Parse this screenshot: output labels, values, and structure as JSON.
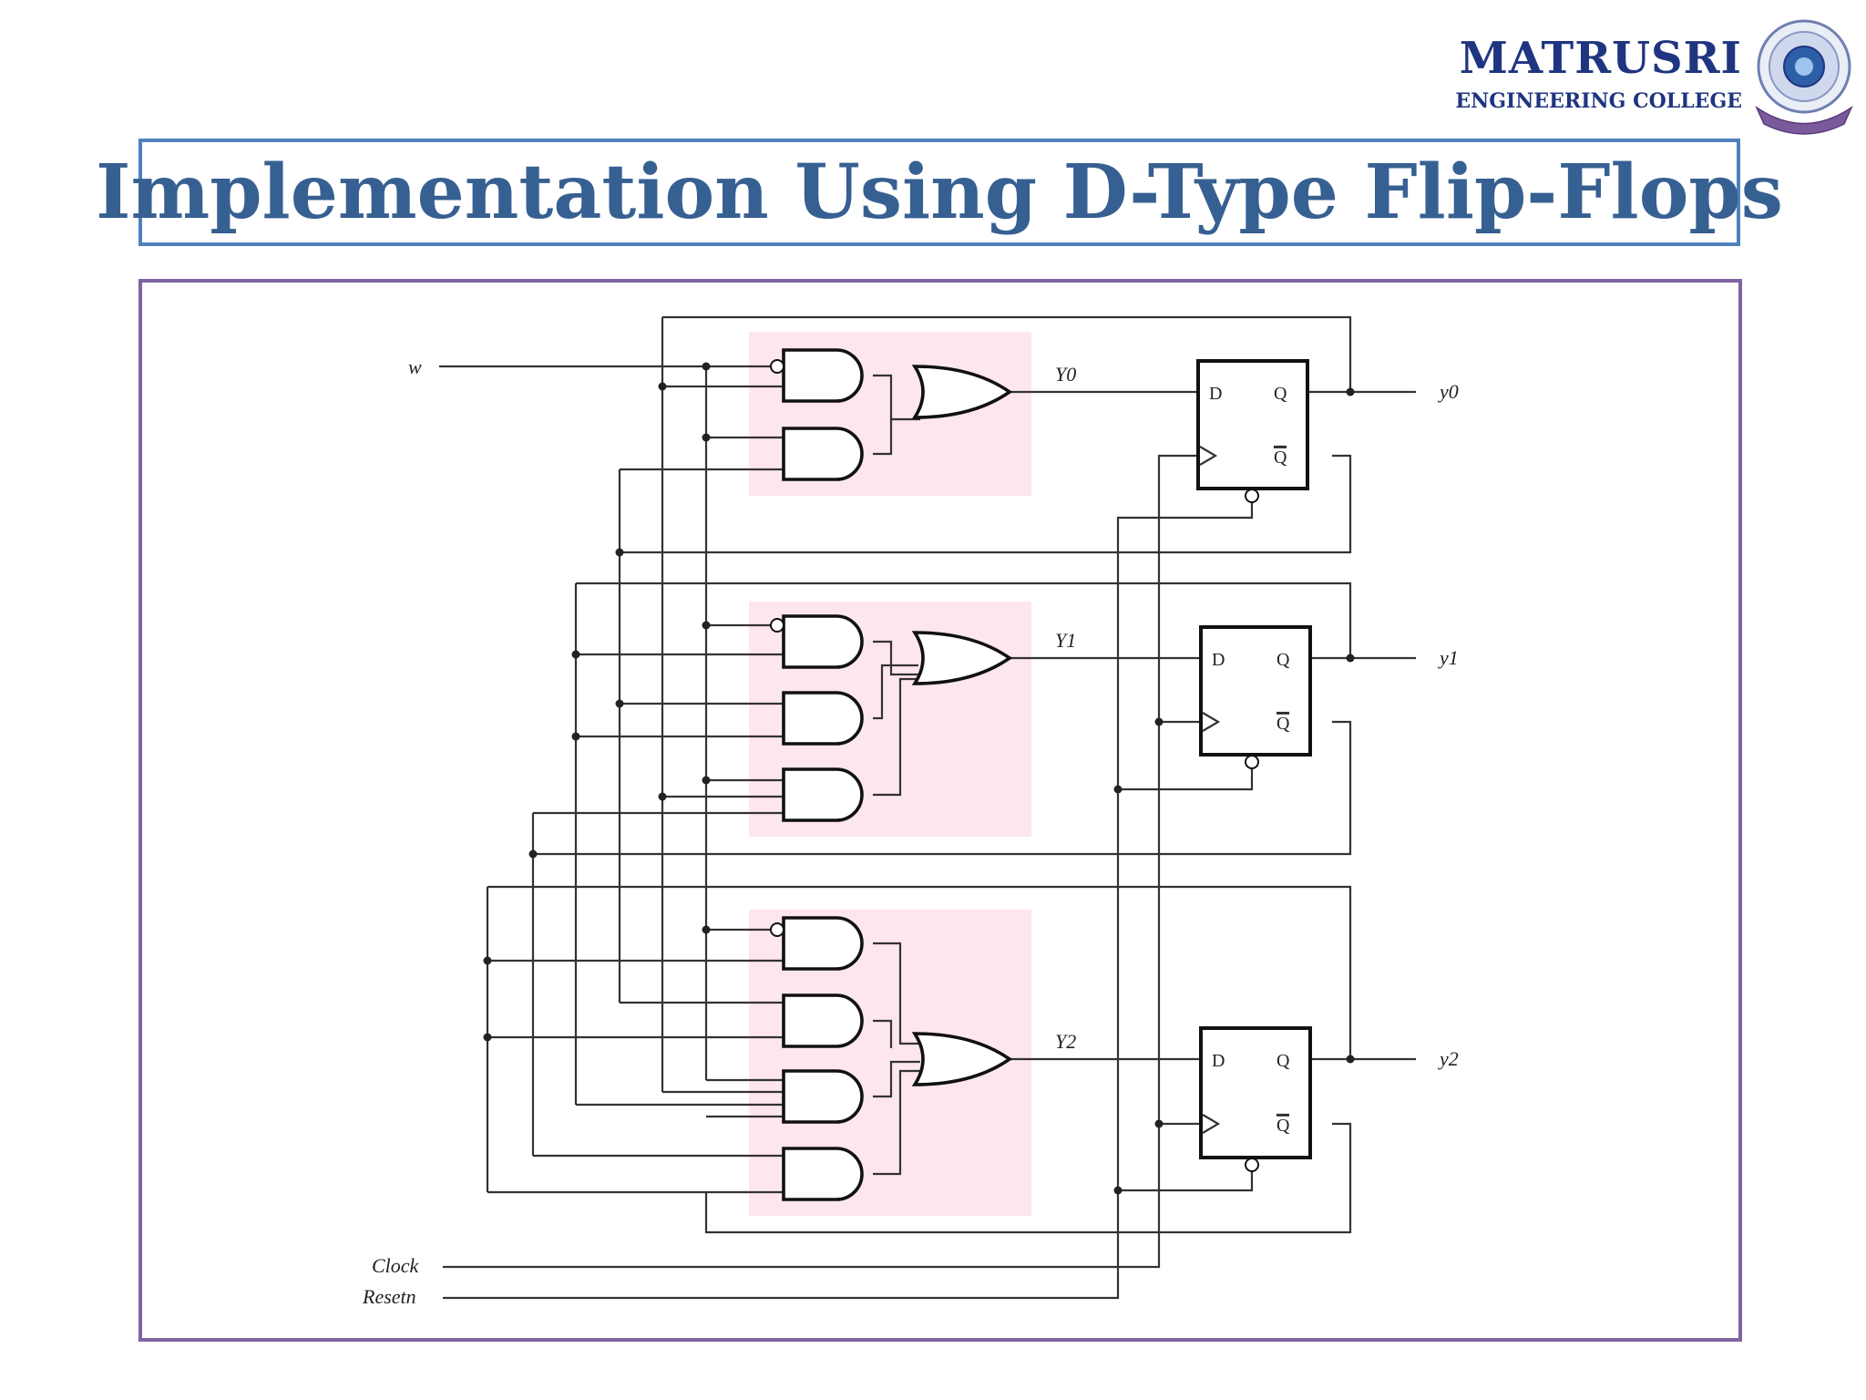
{
  "header": {
    "logo_name": "MATRUSRI",
    "logo_subtitle": "ENGINEERING COLLEGE",
    "seal_icon": "college-seal-icon"
  },
  "slide": {
    "title": "Implementation Using D-Type Flip-Flops"
  },
  "diagram": {
    "inputs": {
      "w": "w",
      "clock": "Clock",
      "resetn": "Resetn"
    },
    "next_state_labels": [
      "Y0",
      "Y1",
      "Y2"
    ],
    "outputs": [
      "y0",
      "y1",
      "y2"
    ],
    "flipflop_pins": {
      "d": "D",
      "q": "Q",
      "qbar": "Q"
    },
    "colors": {
      "logic_block": "#fde6ee",
      "title": "#376092",
      "title_border": "#4f81bd",
      "diagram_border": "#8064a2",
      "logo": "#1f3580"
    }
  }
}
